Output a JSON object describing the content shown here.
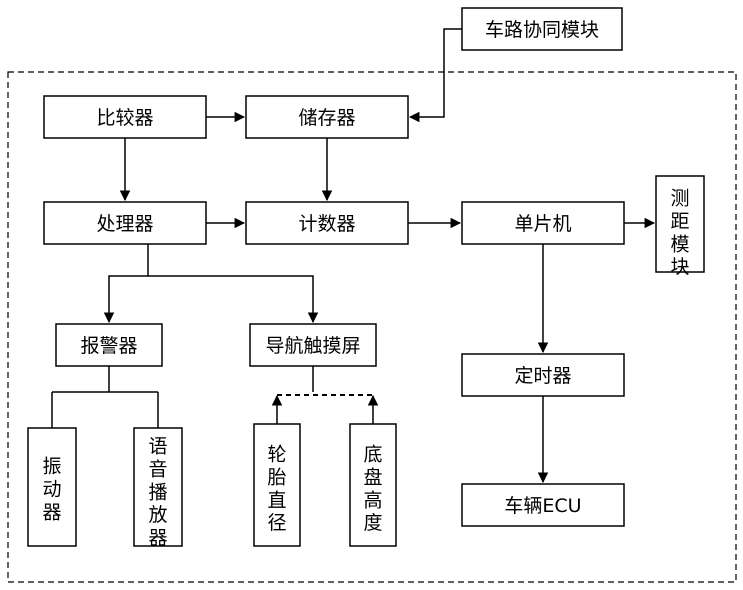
{
  "nodes": {
    "v2x": "车路协同模块",
    "comparator": "比较器",
    "storage": "储存器",
    "processor": "处理器",
    "counter": "计数器",
    "mcu": "单片机",
    "ranging": "测距模块",
    "alarm": "报警器",
    "nav": "导航触摸屏",
    "timer": "定时器",
    "ecu": "车辆ECU",
    "vibrator": "振动器",
    "speaker": "语音播放器",
    "tire": "轮胎直径",
    "chassis": "底盘高度"
  }
}
